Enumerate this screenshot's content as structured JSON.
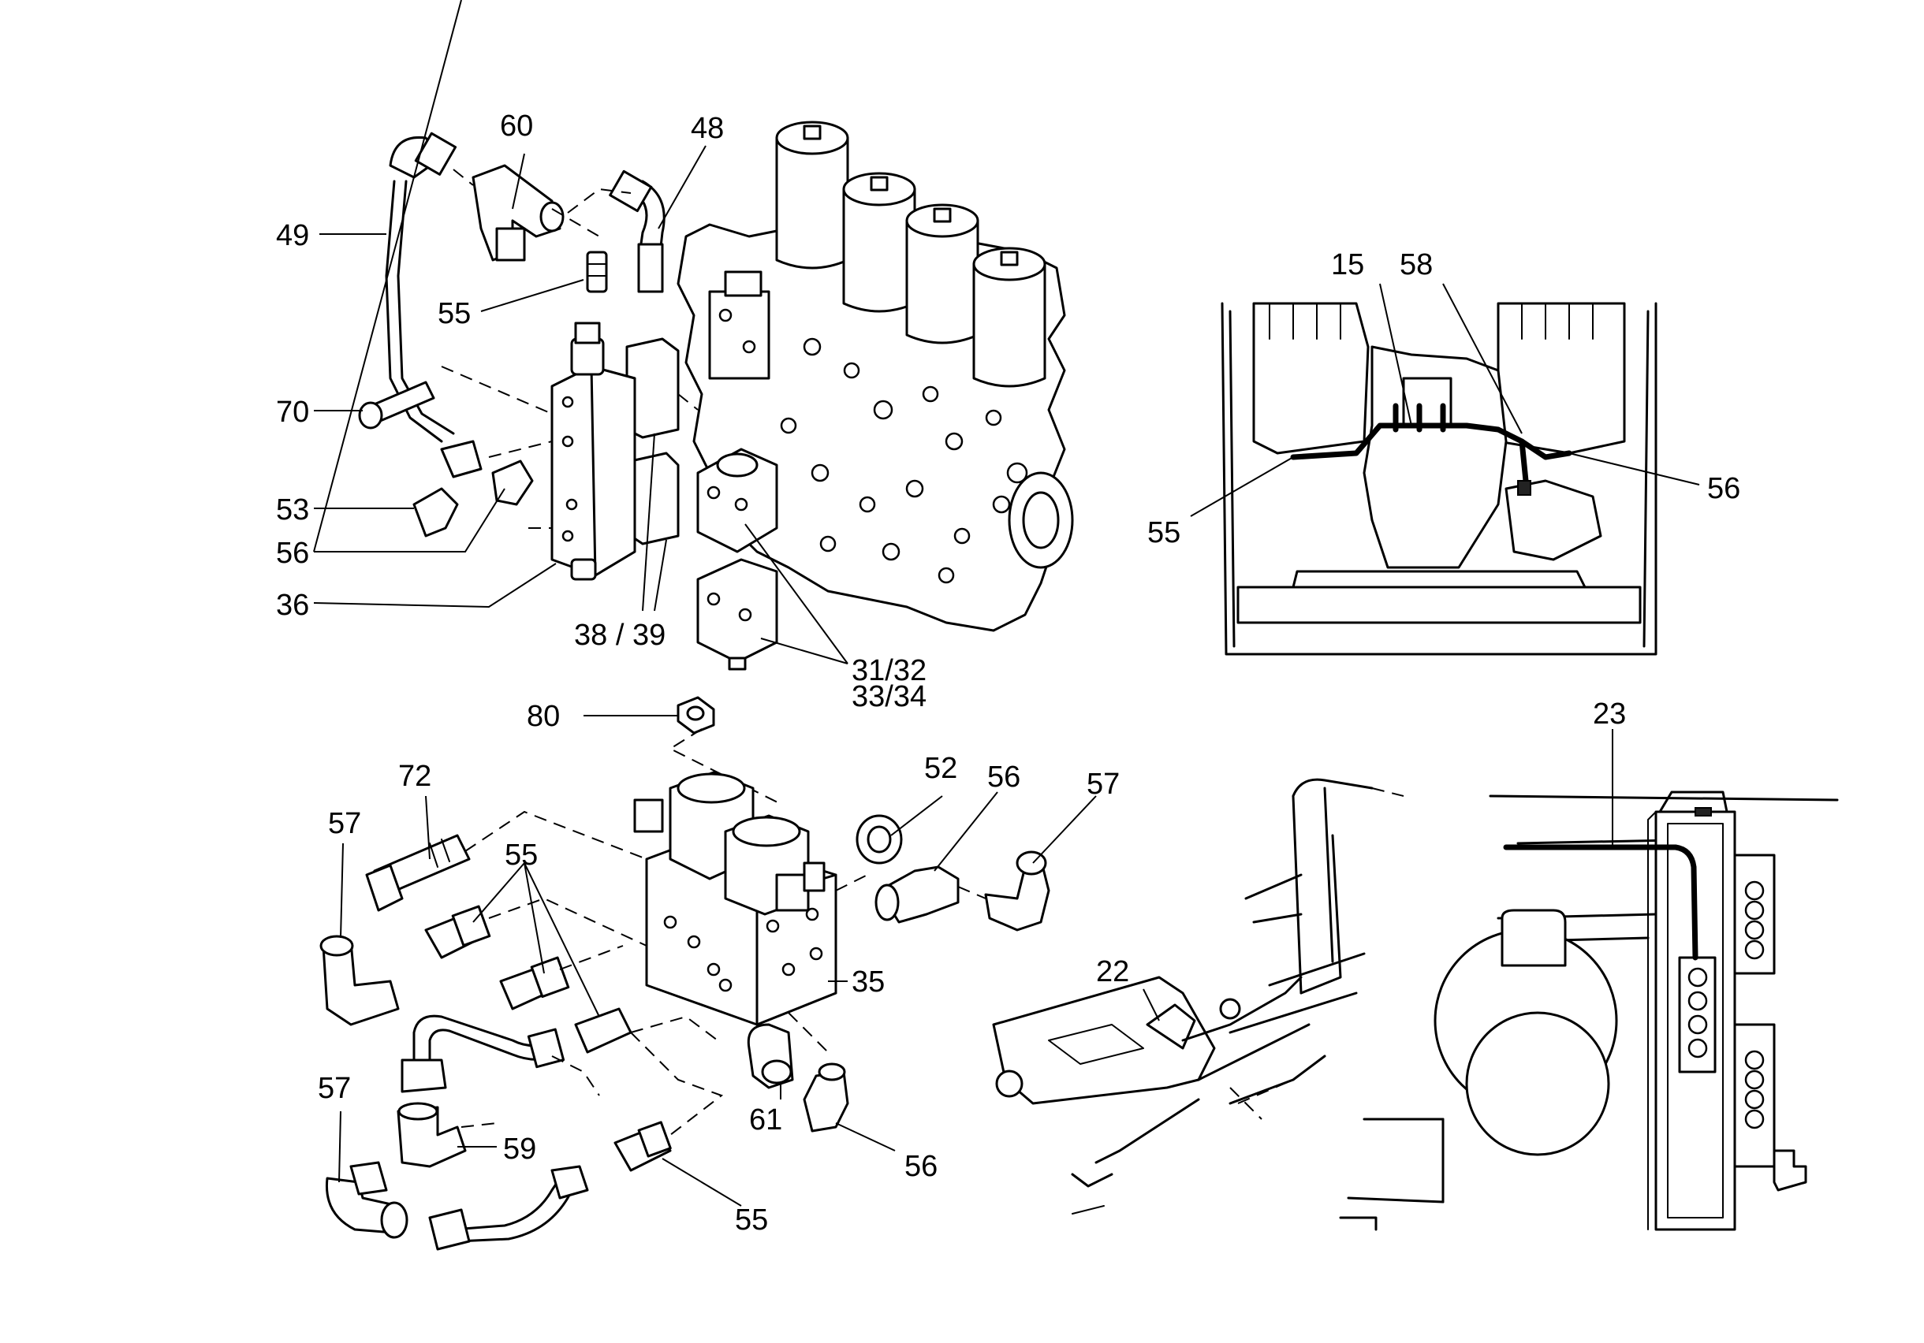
{
  "labels": {
    "l60": "60",
    "l48": "48",
    "l49": "49",
    "l55a": "55",
    "l70": "70",
    "l53": "53",
    "l56a": "56",
    "l36": "36",
    "l3839": "38 / 39",
    "l3132": "31/32",
    "l3334": "33/34",
    "l80": "80",
    "l15": "15",
    "l58": "58",
    "l55b": "55",
    "l56b": "56",
    "l72": "72",
    "l57a": "57",
    "l55c": "55",
    "l52": "52",
    "l56c": "56",
    "l57b": "57",
    "l35": "35",
    "l57c": "57",
    "l59": "59",
    "l61": "61",
    "l56d": "56",
    "l55d": "55",
    "l22": "22",
    "l23": "23"
  }
}
